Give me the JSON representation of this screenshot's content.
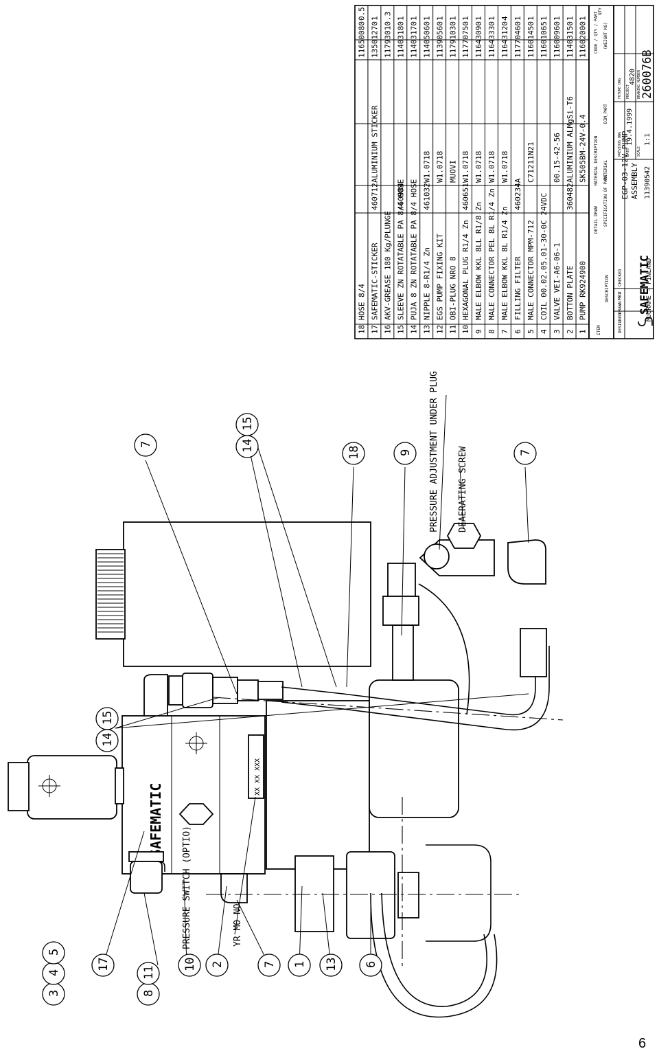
{
  "bom": {
    "rows": [
      {
        "item": "18",
        "description": "HOSE 8/4",
        "spec": "",
        "material": "",
        "code": "11650080",
        "qty": "0.5"
      },
      {
        "item": "17",
        "description": "SAFEMATIC-STICKER",
        "spec": "460712",
        "material": "ALUMINIUM STICKER",
        "code": "13501270",
        "qty": "1"
      },
      {
        "item": "16",
        "description": "AKV-GREASE 180 Kg/PLUNGE",
        "spec": "",
        "material": "",
        "code": "11793010",
        "qty": ".3"
      },
      {
        "item": "15",
        "description": "SLEEVE ZN ROTATABLE PA 8/4 HOSE",
        "spec": "460984",
        "material": "",
        "code": "11403180",
        "qty": "1"
      },
      {
        "item": "14",
        "description": "PUJA 8 ZN ROTATABLE   PA 8/4 HOSE",
        "spec": "",
        "material": "",
        "code": "11403170",
        "qty": "1"
      },
      {
        "item": "13",
        "description": "NIPPLE 8-R1/4 Zn",
        "spec": "461032",
        "material": "W1.0718",
        "code": "11405060",
        "qty": "1"
      },
      {
        "item": "12",
        "description": "EGS PUMP FIXING KIT",
        "spec": "",
        "material": "W1.0718",
        "code": "11390560",
        "qty": "1"
      },
      {
        "item": "11",
        "description": "OBI-PLUG NRO 8",
        "spec": "",
        "material": "MUOVI",
        "code": "11791030",
        "qty": "1"
      },
      {
        "item": "10",
        "description": "HEXAGONAL PLUG R1/4 Zn",
        "spec": "460651",
        "material": "W1.0718",
        "code": "11770750",
        "qty": "1"
      },
      {
        "item": "9",
        "description": "MALE ELBOW KKL 8LL R1/8 Zn",
        "spec": "",
        "material": "W1.0718",
        "code": "11643090",
        "qty": "1"
      },
      {
        "item": "8",
        "description": "MALE CONNECTOR PEL 8L R1/4 Zn",
        "spec": "",
        "material": "W1.0718",
        "code": "11643330",
        "qty": "1"
      },
      {
        "item": "7",
        "description": "MALE ELBOW KKL 8L R1/4 Zn",
        "spec": "",
        "material": "W1.0718",
        "code": "11643120",
        "qty": "4"
      },
      {
        "item": "6",
        "description": "FILLING FILTER",
        "spec": "460234A",
        "material": "",
        "code": "11770460",
        "qty": "1"
      },
      {
        "item": "5",
        "description": "MALE CONNECTOR MPM-712",
        "spec": "",
        "material": "C71211N21",
        "code": "11601450",
        "qty": "1"
      },
      {
        "item": "4",
        "description": "COIL 00.02.05.01-30-0C 24VDC",
        "spec": "",
        "material": "",
        "code": "11601065",
        "qty": "1"
      },
      {
        "item": "3",
        "description": "VALVE VEI-A6-06-1",
        "spec": "",
        "material": "00.15-42-56",
        "code": "11600960",
        "qty": "1"
      },
      {
        "item": "2",
        "description": "BOTTON PLATE",
        "spec": "360482",
        "material": "ALUMINIUM ALMgSi-T6",
        "code": "11403150",
        "qty": "1"
      },
      {
        "item": "1",
        "description": "PUMP RK924900",
        "spec": "",
        "material": "SK505BM-24V-0.4",
        "code": "11602000",
        "qty": "1"
      }
    ],
    "headers": {
      "item": "ITEM",
      "description": "DESCRIPTION",
      "detail": "DETAIL DRAW",
      "spec": "SPECIFICATION OF PART",
      "material_desc": "MATERIAL DESCRIPTION",
      "material": "MATERIAL",
      "dim": "DIM_PART",
      "code": "CODE / QTY / PART",
      "weight": "(WEIGHT KG)",
      "qty": "QTY"
    }
  },
  "title_block": {
    "designed_label": "DESIGNED",
    "drawn_label": "DRAWN",
    "drawn_value": "MKU",
    "checked_label": "CHECKED",
    "company": "SAFEMATIC",
    "location": "MUURAME - FINLAND",
    "title_line1": "EGP-03-12V PUMP",
    "title_line2": "ASSEMBLY",
    "part_code": "11390542",
    "previous_dwg_label": "PREVIOUS DWG",
    "future_dwg_label": "FUTURE DWG",
    "date_label": "DATE",
    "date_value": "19.4.1999",
    "project_label": "PROJECT",
    "project_value": "4820",
    "scale_label": "SCALE",
    "scale_value": "1:1",
    "drawing_number_label": "DRAWING NUMBER",
    "drawing_number": "260076B"
  },
  "drawing": {
    "body_logo": "SAFEMATIC",
    "serial": "XX XX XXX",
    "balloons_left": [
      "3",
      "4",
      "5",
      "8",
      "11",
      "10",
      "2",
      "7",
      "1",
      "13",
      "6",
      "17"
    ],
    "balloons_mid": [
      "14",
      "15"
    ],
    "balloons_top": [
      "7",
      "14",
      "15",
      "18",
      "9",
      "7"
    ],
    "notes": {
      "pressure_switch": "PRESSURE SWITCH (OPTIO)",
      "yr_mo_no": "YR MO NO",
      "pressure_adjust": "PRESSURE ADJUSTMENT UNDER PLUG",
      "deaerating": "DEAERATING SCREW"
    }
  },
  "page_number": "6"
}
